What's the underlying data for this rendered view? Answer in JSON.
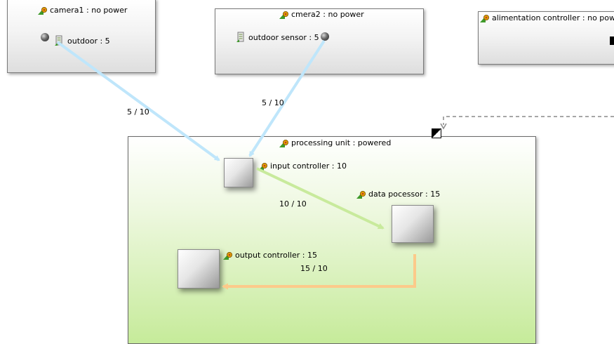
{
  "nodes": {
    "camera1": {
      "title": "camera1 : no power",
      "port_label": "outdoor : 5"
    },
    "camera2": {
      "title": "cmera2 : no power",
      "port_label": "outdoor sensor : 5"
    },
    "alimentation": {
      "title": "alimentation controller : no power"
    },
    "processing_unit": {
      "title": "processing unit : powered"
    },
    "input_controller": {
      "title": "input controller : 10"
    },
    "data_processor": {
      "title": "data pocessor : 15"
    },
    "output_controller": {
      "title": "output controller : 15"
    }
  },
  "links": {
    "camera1_link": "5 / 10",
    "camera2_link": "5 / 10",
    "input_to_data": "10 / 10",
    "data_to_output": "15 / 10"
  },
  "colors": {
    "sensor_link": "#bfe6fb",
    "internal_link": "#c8ea9c",
    "output_link": "#fcca8a"
  }
}
